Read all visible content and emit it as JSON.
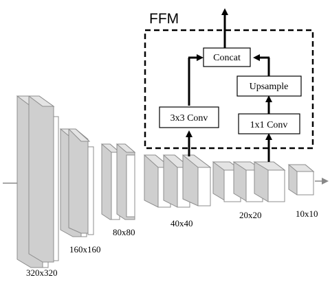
{
  "ffm": {
    "title": "FFM",
    "nodes": {
      "concat": "Concat",
      "upsample": "Upsample",
      "conv3x3": "3x3 Conv",
      "conv1x1": "1x1 Conv"
    }
  },
  "stages": [
    {
      "label": "320x320"
    },
    {
      "label": "160x160"
    },
    {
      "label": "80x80"
    },
    {
      "label": "40x40"
    },
    {
      "label": "20x20"
    },
    {
      "label": "10x10"
    }
  ]
}
